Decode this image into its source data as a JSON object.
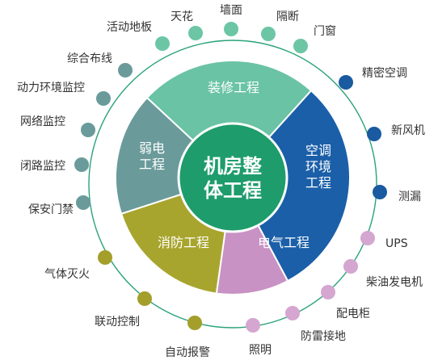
{
  "center": {
    "lines": [
      "机房整",
      "体工程"
    ],
    "color": "#1e9c6c"
  },
  "segments": [
    {
      "id": "decoration",
      "lines": [
        "装修工程"
      ],
      "color": "#69c3a4"
    },
    {
      "id": "hvac",
      "lines": [
        "空调",
        "环境",
        "工程"
      ],
      "color": "#1b5fa8"
    },
    {
      "id": "electrical",
      "lines": [
        "电气工程"
      ],
      "color": "#c892c4"
    },
    {
      "id": "fire",
      "lines": [
        "消防工程"
      ],
      "color": "#a8a52e"
    },
    {
      "id": "weak-current",
      "lines": [
        "弱电",
        "工程"
      ],
      "color": "#6a9b9a"
    }
  ],
  "ring_color": "#2aa27a",
  "items": [
    {
      "label": "天花",
      "group": "decoration",
      "color": "#6cc6a5"
    },
    {
      "label": "墙面",
      "group": "decoration",
      "color": "#6cc6a5"
    },
    {
      "label": "隔断",
      "group": "decoration",
      "color": "#6cc6a5"
    },
    {
      "label": "门窗",
      "group": "decoration",
      "color": "#6cc6a5"
    },
    {
      "label": "精密空调",
      "group": "hvac",
      "color": "#1a5aa0"
    },
    {
      "label": "新风机",
      "group": "hvac",
      "color": "#1a5aa0"
    },
    {
      "label": "测漏",
      "group": "hvac",
      "color": "#1a5aa0"
    },
    {
      "label": "UPS",
      "group": "electrical",
      "color": "#d4a6d0"
    },
    {
      "label": "柴油发电机",
      "group": "electrical",
      "color": "#d4a6d0"
    },
    {
      "label": "配电柜",
      "group": "electrical",
      "color": "#d4a6d0"
    },
    {
      "label": "防雷接地",
      "group": "electrical",
      "color": "#d4a6d0"
    },
    {
      "label": "照明",
      "group": "electrical",
      "color": "#d4a6d0"
    },
    {
      "label": "自动报警",
      "group": "fire",
      "color": "#a39f2a"
    },
    {
      "label": "联动控制",
      "group": "fire",
      "color": "#a39f2a"
    },
    {
      "label": "气体灭火",
      "group": "fire",
      "color": "#a39f2a"
    },
    {
      "label": "保安门禁",
      "group": "weak-current",
      "color": "#6a9b9a"
    },
    {
      "label": "闭路监控",
      "group": "weak-current",
      "color": "#6a9b9a"
    },
    {
      "label": "网络监控",
      "group": "weak-current",
      "color": "#6a9b9a"
    },
    {
      "label": "动力环境监控",
      "group": "weak-current",
      "color": "#6a9b9a"
    },
    {
      "label": "综合布线",
      "group": "weak-current",
      "color": "#6a9b9a"
    },
    {
      "label": "活动地板",
      "group": "decoration",
      "color": "#6cc6a5"
    }
  ]
}
